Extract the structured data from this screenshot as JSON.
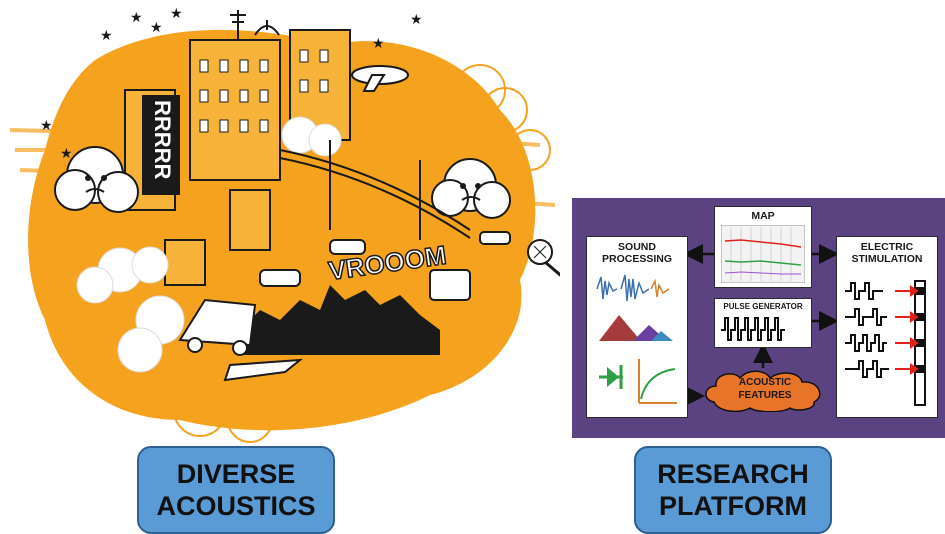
{
  "illustration": {
    "chimney_text": "RRRRR",
    "vroom_text": "VROOOM"
  },
  "platform": {
    "map_label": "MAP",
    "sound_label": "SOUND\nPROCESSING",
    "electric_label": "ELECTRIC\nSTIMULATION",
    "pulse_label": "PULSE GENERATOR",
    "acoustic_label": "ACOUSTIC\nFEATURES"
  },
  "buttons": {
    "diverse": "DIVERSE\nACOUSTICS",
    "research": "RESEARCH\nPLATFORM"
  },
  "colors": {
    "orange": "#f5a31f",
    "panel": "#5b4382",
    "button": "#5b9bd5",
    "feature_cloud": "#e8742a",
    "arrow_red": "#e0201b"
  }
}
